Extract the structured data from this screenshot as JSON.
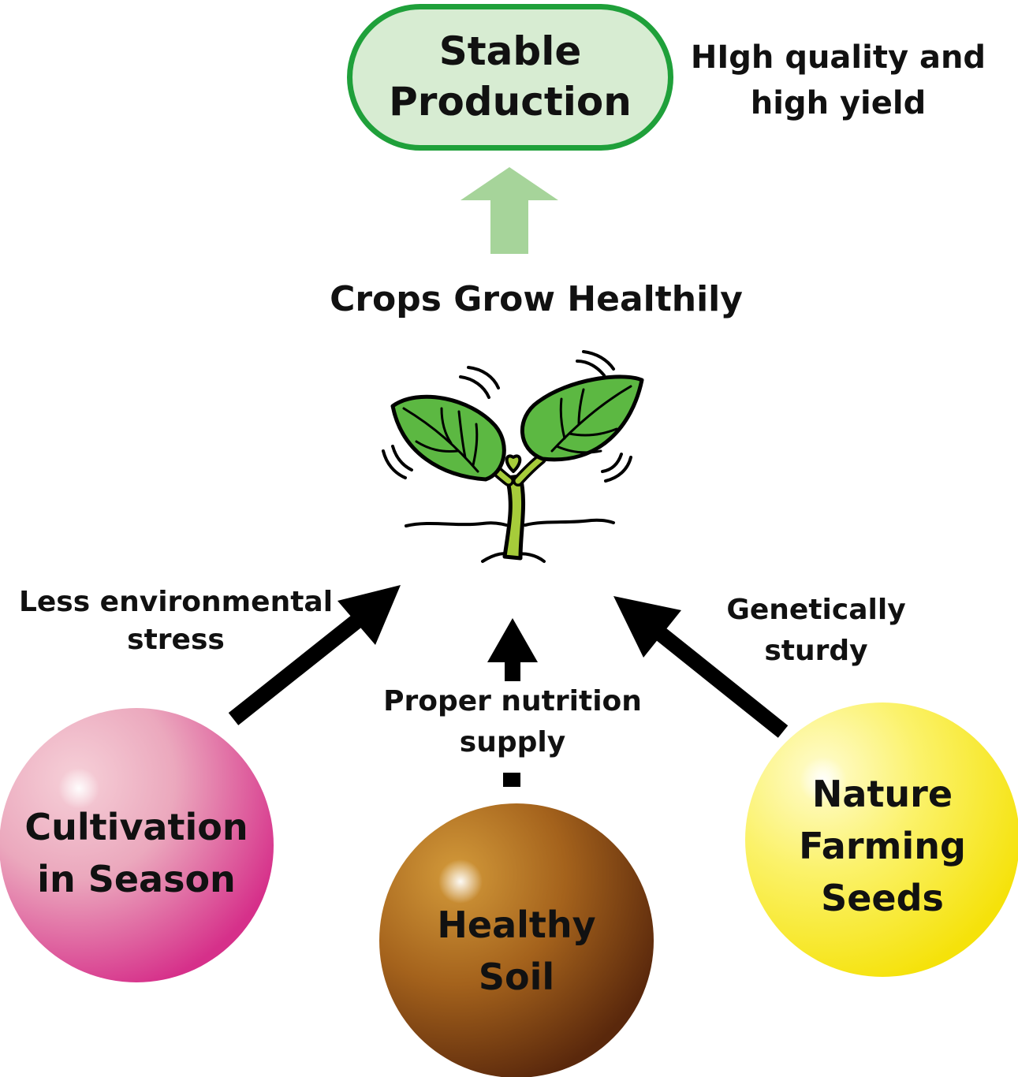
{
  "goal": {
    "label_lines": [
      "Stable",
      "Production"
    ],
    "note_lines": [
      "HIgh quality and",
      "high yield"
    ]
  },
  "center": {
    "title": "Crops Grow Healthily"
  },
  "factors": {
    "cultivation": {
      "label_lines": [
        "Cultivation",
        "in Season"
      ],
      "effect_lines": [
        "Less environmental",
        "stress"
      ],
      "color": "#e0509a"
    },
    "soil": {
      "label_lines": [
        "Healthy",
        "Soil"
      ],
      "effect_lines": [
        "Proper nutrition",
        "supply"
      ],
      "color": "#9a5a14"
    },
    "seeds": {
      "label_lines": [
        "Nature",
        "Farming",
        "Seeds"
      ],
      "effect_lines": [
        "Genetically",
        "sturdy"
      ],
      "color": "#f7ec2a"
    }
  },
  "colors": {
    "goal_border": "#1fa03a",
    "goal_fill": "#d7ecd2",
    "up_arrow": "#a6d49a",
    "leaf": "#5cb842",
    "stem": "#a6cc3a",
    "factor_arrow": "#000000"
  },
  "icons": {
    "seedling": "seedling-icon"
  }
}
